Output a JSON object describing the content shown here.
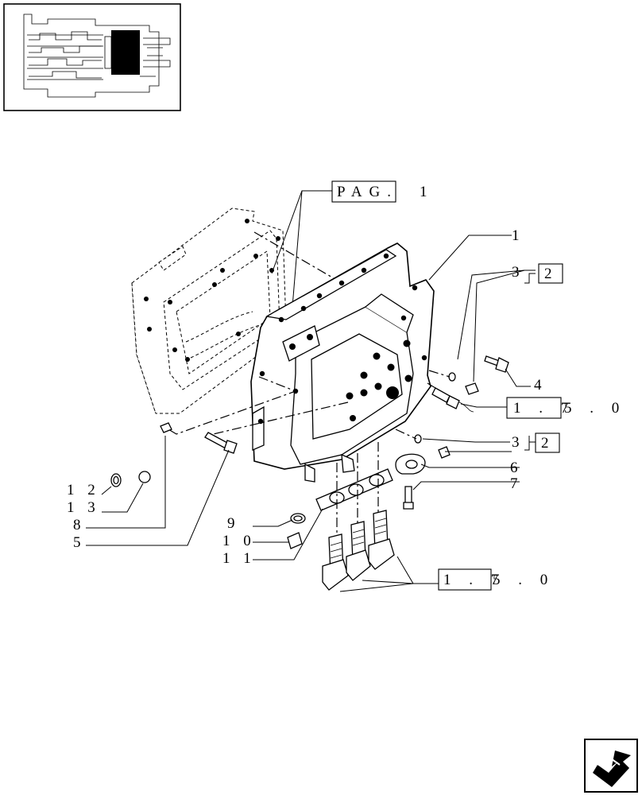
{
  "reference_box": {
    "text": "PAG.",
    "number": "1"
  },
  "callouts": {
    "1": "1",
    "3": "3",
    "4": "4",
    "5": "5",
    "6": "6",
    "7": "7",
    "8": "8",
    "9": "9",
    "10": "1 0",
    "11": "1 1",
    "12": "1 2",
    "13": "1 3"
  },
  "boxed_refs": {
    "ref_2_upper": "2",
    "ref_2_lower": "2",
    "ref_175_upper": {
      "boxed": "1 . 7",
      "trailing": "5 . 0"
    },
    "ref_175_lower": {
      "boxed": "1 . 7",
      "trailing": "5 . 0"
    }
  },
  "thumbnail": {
    "icon": "transmission-section-thumbnail"
  },
  "navigation": {
    "icon": "next-page-arrow-icon"
  }
}
